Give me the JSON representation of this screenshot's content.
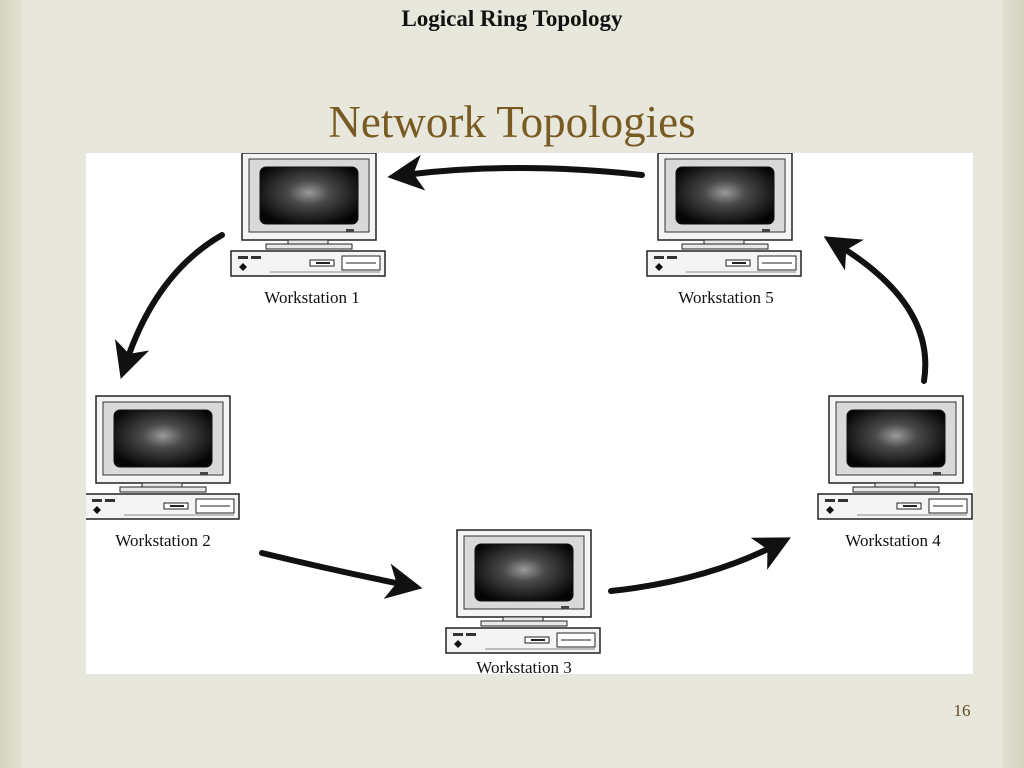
{
  "slide": {
    "top_title": "Logical Ring Topology",
    "title": "Network Topologies",
    "page_number": "16"
  },
  "diagram": {
    "workstations": [
      {
        "label": "Workstation 1"
      },
      {
        "label": "Workstation 2"
      },
      {
        "label": "Workstation 3"
      },
      {
        "label": "Workstation 4"
      },
      {
        "label": "Workstation 5"
      }
    ]
  },
  "colors": {
    "title": "#7a5a23",
    "arrow": "#111111",
    "diagram_background": "#ffffff"
  }
}
